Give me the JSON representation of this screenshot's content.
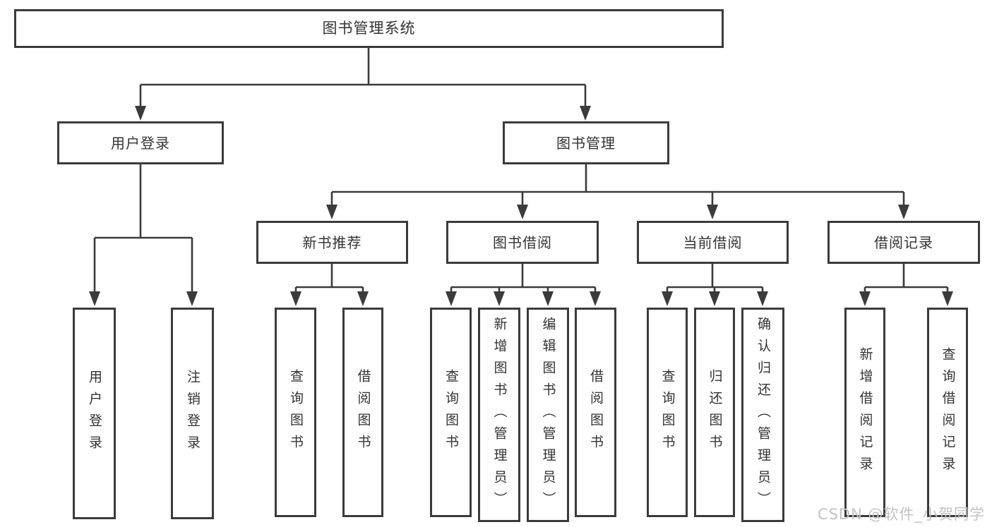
{
  "diagram_title": "图书管理系统",
  "nodes": {
    "root": "图书管理系统",
    "login": "用户登录",
    "management": "图书管理",
    "new_books": "新书推荐",
    "book_borrow": "图书借阅",
    "current_borrow": "当前借阅",
    "borrow_records": "借阅记录"
  },
  "leaves": {
    "user_login": "用户登录",
    "logout": "注销登录",
    "nb_search": "查询图书",
    "nb_borrow": "借阅图书",
    "bb_search": "查询图书",
    "bb_add": "新增图书（管理员）",
    "bb_edit": "编辑图书（管理员）",
    "bb_borrow": "借阅图书",
    "cb_search": "查询图书",
    "cb_return": "归还图书",
    "cb_confirm": "确认归还（管理员）",
    "br_add": "新增借阅记录",
    "br_search": "查询借阅记录"
  },
  "watermark": "CSDN @软件_小贺同学",
  "colors": {
    "line": "#3b3b3b",
    "text": "#333333",
    "background": "#ffffff",
    "watermark": "#c3c3c3"
  }
}
